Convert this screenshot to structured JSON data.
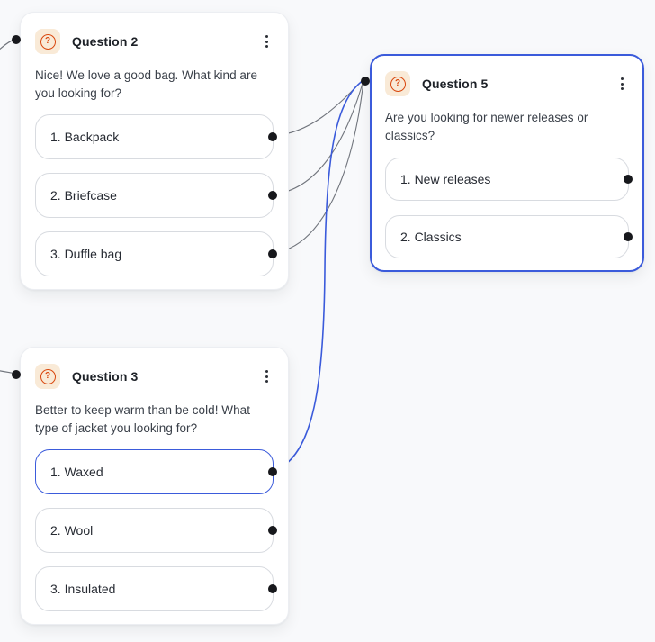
{
  "flow": {
    "background_color": "#f8f9fb",
    "colors": {
      "selection_blue": "#3b5bdb",
      "edge_gray": "#71757d",
      "handle_black": "#17181c",
      "icon_orange": "#d9480f",
      "icon_bg": "#f9ead7"
    },
    "icons": {
      "question_glyph": "?",
      "menu_icon_name": "kebab-vertical"
    },
    "nodes": [
      {
        "id": "question-2",
        "title": "Question 2",
        "question": "Nice! We love a good bag. What kind are you looking for?",
        "selected": false,
        "options": [
          {
            "label": "1. Backpack",
            "selected": false
          },
          {
            "label": "2. Briefcase",
            "selected": false
          },
          {
            "label": "3. Duffle bag",
            "selected": false
          }
        ]
      },
      {
        "id": "question-5",
        "title": "Question 5",
        "question": "Are you looking for newer releases or classics?",
        "selected": true,
        "options": [
          {
            "label": "1. New releases",
            "selected": false
          },
          {
            "label": "2. Classics",
            "selected": false
          }
        ]
      },
      {
        "id": "question-3",
        "title": "Question 3",
        "question": "Better to keep warm than be cold! What type of jacket you looking for?",
        "selected": false,
        "options": [
          {
            "label": "1. Waxed",
            "selected": true
          },
          {
            "label": "2. Wool",
            "selected": false
          },
          {
            "label": "3. Insulated",
            "selected": false
          }
        ]
      }
    ],
    "edges": [
      {
        "from": "offscreen-left",
        "to": "question-2-input",
        "style": "gray"
      },
      {
        "from": "offscreen-left",
        "to": "question-3-input",
        "style": "gray"
      },
      {
        "from": "question-2-option-1-out",
        "to": "question-5-input",
        "style": "gray"
      },
      {
        "from": "question-2-option-2-out",
        "to": "question-5-input",
        "style": "gray"
      },
      {
        "from": "question-2-option-3-out",
        "to": "question-5-input",
        "style": "gray"
      },
      {
        "from": "question-3-option-1-out",
        "to": "question-5-input",
        "style": "blue"
      }
    ]
  }
}
